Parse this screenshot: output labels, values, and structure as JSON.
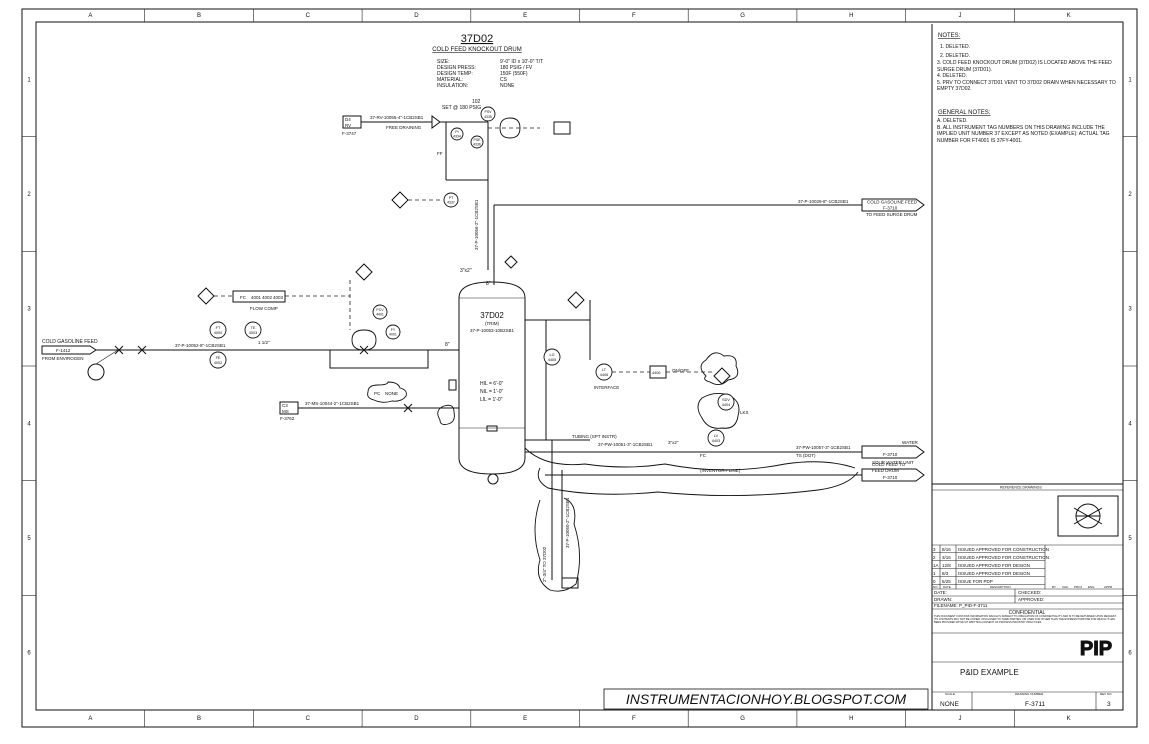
{
  "grid": {
    "cols": [
      "A",
      "B",
      "C",
      "D",
      "E",
      "F",
      "G",
      "H",
      "J",
      "K"
    ],
    "rows": [
      "1",
      "2",
      "3",
      "4",
      "5",
      "6"
    ]
  },
  "vessel": {
    "tag": "37D02",
    "name": "COLD FEED KNOCKOUT DRUM",
    "spec_labels": [
      "SIZE:",
      "DESIGN PRESS:",
      "DESIGN TEMP:",
      "MATERIAL:",
      "INSULATION:"
    ],
    "spec_values": [
      "9'-0\" ID x 10'-0\" T/T",
      "180 PSIG / FV",
      "150F (550F)",
      "CS",
      "NONE"
    ],
    "drum_tag": "37D02",
    "drum_sub": "(TRIM)",
    "drum_line": "37-P-10053-10B2SB1",
    "levels": [
      "HIL = 6'-0\"",
      "NIL = 1'-0\"",
      "LIL = 1'-0\""
    ]
  },
  "psv": {
    "set_label": "SET @ 180 PSIG",
    "tag_num": "102"
  },
  "lines": {
    "vent": "37-RV-10055-4\"-1CB2SB1",
    "free_draining": "FREE DRAINING",
    "feed": "37-P-10052-8\"-1CB2SB1",
    "outlet": "37-P-10029-8\"-1CB2SB1",
    "riser": "37-P-10056-2\"-1CB2SB1",
    "ms": "37-MS-10044-2\"-1CB2SB1",
    "water": "37-PW-10057-3\"-1CB2SB1",
    "water2": "37-PW-10051-3\"-1CB2SB1",
    "drain": "37-P-10050-2\"-1CB2SB1",
    "drain2": "2\"-3/4\" TO 37D02",
    "size_1_5": "1 1/2\"",
    "size_3x2": "3\"x2\"",
    "size_8": "8\"",
    "size_4": "4\""
  },
  "labels": {
    "cold_gasoline_feed_in": "COLD GASOLINE FEED",
    "from_envirogen": "FROM ENVIROGEN",
    "cold_gasoline_feed_out": "COLD GASOLINE FEED",
    "to_feed_surge_drum": "TO FEED SURGE DRUM",
    "water": "WATER",
    "to_sour_water": "SOUR WATER UNIT",
    "cold_feed_to": "COLD FEED TO",
    "feed_drum": "FEED DRUM",
    "interface": "INTERFACE",
    "on_off": "ON/OFF",
    "flow_comp": "FLOW COMP",
    "inventory_line": "(INVENTORY LINE)",
    "tubing": "TUBING (SPT INSTR)",
    "ts_dot": "TS (DOT)",
    "fc": "FC",
    "lks": "LKS",
    "pc": "PC",
    "none_bubble": "NONE",
    "ff": "FF"
  },
  "offpage": {
    "vent_from": "F-3747",
    "vent_box": [
      "D4",
      "RV"
    ],
    "feed_from": "F-1412",
    "outlet_to": "F-3710",
    "ms_from": "F-3762",
    "ms_box": [
      "C3",
      "MS"
    ],
    "water_to": "F-3710",
    "coldfeed_to": "F-3710"
  },
  "instruments": [
    {
      "a": "PI",
      "n": "4334"
    },
    {
      "a": "PSV",
      "n": "4335"
    },
    {
      "a": "PSE",
      "n": "4336"
    },
    {
      "a": "PT",
      "n": "4337"
    },
    {
      "a": "PCV",
      "n": "4401"
    },
    {
      "a": "FT",
      "n": "4000"
    },
    {
      "a": "TE",
      "n": "4003"
    },
    {
      "a": "FE",
      "n": "4002"
    },
    {
      "a": "FY",
      "n": "4001"
    },
    {
      "a": "LG",
      "n": "4405"
    },
    {
      "a": "LT",
      "n": "4406"
    },
    {
      "a": "LV",
      "n": "4406"
    },
    {
      "a": "LV",
      "n": "4403"
    },
    {
      "a": "SDV",
      "n": "4404"
    },
    {
      "a": "LE",
      "n": "4402"
    }
  ],
  "fc_block": [
    "FC",
    "4001",
    "4002",
    "4003"
  ],
  "notes": {
    "title": "NOTES:",
    "items": [
      "1. DELETED.",
      "2. DELETED.",
      "3. COLD FEED KNOCKOUT DRUM (37D02) IS LOCATED ABOVE THE FEED SURGE DRUM (37D01).",
      "4. DELETED.",
      "5. PRV TO CONNECT 37D01 VENT TO 37D02 DRAIN WHEN NECESSARY TO EMPTY 37D02."
    ],
    "general_title": "GENERAL NOTES:",
    "general_items": [
      "A. DELETED.",
      "B. ALL INSTRUMENT TAG NUMBERS ON THIS DRAWING INCLUDE THE IMPLIED UNIT NUMBER 37 EXCEPT AS NOTED (EXAMPLE): ACTUAL TAG NUMBER FOR FT4001 IS 37FY-4001."
    ]
  },
  "reference_drawings": "REFERENCE DRAWINGS",
  "revisions": [
    {
      "rev": "3",
      "date": "8/16",
      "desc": "ISSUED APPROVED FOR CONSTRUCTION"
    },
    {
      "rev": "2",
      "date": "3/16",
      "desc": "ISSUED APPROVED FOR CONSTRUCTION"
    },
    {
      "rev": "1A",
      "date": "12/8",
      "desc": "ISSUED APPROVED FOR DESIGN"
    },
    {
      "rev": "1",
      "date": "8/3",
      "desc": "ISSUED APPROVED FOR DESIGN"
    },
    {
      "rev": "0",
      "date": "5/25",
      "desc": "ISSUE FOR PDP"
    }
  ],
  "rev_headers": [
    "NO.",
    "DATE",
    "DESCRIPTION",
    "BY",
    "CHK",
    "PROJ",
    "ENG",
    "APPR"
  ],
  "titleblock": {
    "date": "DATE:",
    "checked": "CHECKED:",
    "drawn": "DRAWN:",
    "approved": "APPROVED:",
    "filename": "FILENAME:  P_PID-F-3711",
    "confidential": "CONFIDENTIAL",
    "conf_text": "THIS DOCUMENT CONTAINS INFORMATION WHICH IS SUBJECT TO OBLIGATION OF CONFIDENTIALITY AND IS TO BE RETURNED UPON REQUEST. ITS CONTENTS MAY NOT BE COPIED, DISCLOSED TO THIRD PARTIES, OR USED FOR OTHER THAN THE EXPRESS PURPOSE FOR WHICH IT HAS BEEN PROVIDED WITHOUT WRITTEN CONSENT OF PROCESS INDUSTRY PRACTICES.",
    "logo": "PIP",
    "title": "P&ID EXAMPLE",
    "scale_label": "SCALE",
    "scale": "NONE",
    "dwg_label": "DRAWING NUMBER",
    "dwg_no": "F-3711",
    "rev_label": "REV NO.",
    "rev_no": "3"
  },
  "watermark": "INSTRUMENTACIONHOY.BLOGSPOT.COM"
}
